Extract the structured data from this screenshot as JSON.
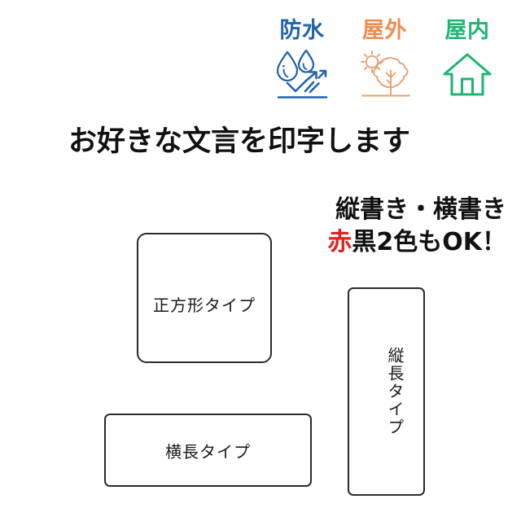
{
  "badges": [
    {
      "label": "防水",
      "icon": "water-drop-repel-icon",
      "color": "#2364aa",
      "name": "badge-waterproof"
    },
    {
      "label": "屋外",
      "icon": "sun-tree-icon",
      "color": "#ef8c52",
      "name": "badge-outdoor"
    },
    {
      "label": "屋内",
      "icon": "house-icon",
      "color": "#21b573",
      "name": "badge-indoor"
    }
  ],
  "headline": "お好きな文言を印字します",
  "callout": {
    "line1": "縦書き・横書き",
    "line2_accent": "赤",
    "line2_rest": "黒2色もOK！",
    "accent_color": "#df2222"
  },
  "shapes": {
    "square": {
      "label": "正方形タイプ"
    },
    "vertical": {
      "label": "縦長タイプ"
    },
    "horizontal": {
      "label": "横長タイプ"
    }
  },
  "colors": {
    "text": "#111111",
    "outline": "#2b2b2b",
    "background": "#ffffff"
  }
}
